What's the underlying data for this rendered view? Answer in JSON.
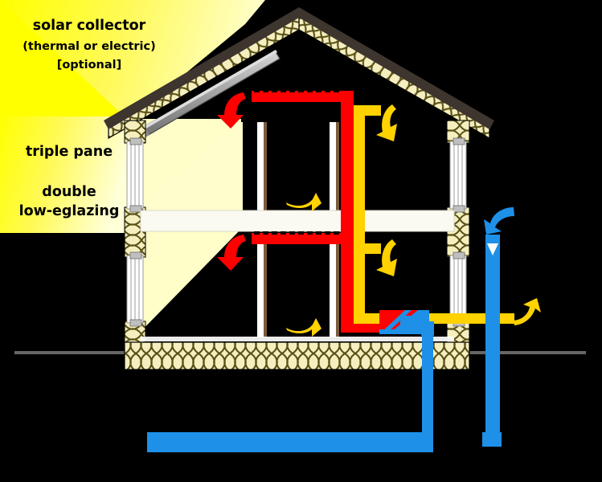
{
  "diagram": {
    "title_visible": false,
    "subject": "passive-house cross-section with ground-source heat pump",
    "background_color": "#000000"
  },
  "labels": {
    "solar_collector": {
      "line1": "solar collector",
      "line2": "(thermal or electric)",
      "line3": "[optional]"
    },
    "glazing": {
      "line1": "triple pane",
      "line2": "double",
      "line3": "low-eglazing"
    }
  },
  "colors": {
    "sunlight": "#FFFF00",
    "sunlight_fade": "#FFFFCC",
    "insulation_fill": "#F5EFC0",
    "insulation_hatch": "#595014",
    "roof_edge": "#3E352F",
    "supply_duct_red": "#FF0000",
    "return_duct_yellow": "#FFD200",
    "ground_loop_blue": "#1E90E8",
    "heat_pump_red": "#FF0000",
    "heat_pump_blue": "#1E90E8",
    "solar_panel_light": "#C8C8C8",
    "solar_panel_dark": "#7A7A7A",
    "ground_line": "#666666",
    "floor_slab": "#FFFFFF",
    "window_glass": "#FFFFFF",
    "window_frame": "#BFBFBF",
    "interior_wall": "#7A5C3C"
  },
  "elements": {
    "sunlight_beam": "wedge of yellow light entering from upper-left onto roof and windows",
    "solar_panel": "gray rectangular collector mounted on left roof slope",
    "roof": "gable roof with cross-hatched insulation core and dark outer edge",
    "left_wall": "insulated exterior wall with two stacked windows",
    "right_wall": "insulated exterior wall with two stacked windows",
    "floor_slab": "white mid-floor slab spanning the house",
    "foundation_slab": "insulated ground-level slab",
    "upper_supply_duct": "red horizontal duct with diffuser notches feeding upper storey",
    "lower_supply_duct": "red horizontal duct with diffuser notches feeding lower storey",
    "supply_riser": "red vertical riser from heat pump to attic",
    "return_riser": "yellow vertical return duct",
    "return_branches": "yellow horizontal return stubs at each storey",
    "basement_return": "yellow duct running out through right wall to outdoor riser",
    "heat_pump": "red and blue heat pump unit at floor level",
    "ground_loop": "blue U-shaped buried ground loop pipe",
    "outdoor_riser": "blue vertical pipe with white triangular intake cap",
    "ground_line": "horizontal gray grade line"
  },
  "arrows": [
    {
      "name": "upper-supply-arrow",
      "color": "#FF0000",
      "direction": "down-left",
      "meaning": "warm supply air into upper room"
    },
    {
      "name": "lower-supply-arrow",
      "color": "#FF0000",
      "direction": "down-left",
      "meaning": "warm supply air into lower room"
    },
    {
      "name": "upper-return-arrow",
      "color": "#FFD200",
      "direction": "down-right",
      "meaning": "return air drawn up"
    },
    {
      "name": "mid-return-arrow",
      "color": "#FFD200",
      "direction": "down-right",
      "meaning": "return air drawn up"
    },
    {
      "name": "upper-room-flow-arrow",
      "color": "#FFD200",
      "direction": "right",
      "meaning": "air circulation in upper room"
    },
    {
      "name": "lower-room-flow-arrow",
      "color": "#FFD200",
      "direction": "right",
      "meaning": "air circulation in lower room"
    },
    {
      "name": "exhaust-arrow",
      "color": "#FFD200",
      "direction": "up-right",
      "meaning": "stale air exhausted outdoors"
    },
    {
      "name": "intake-arrow",
      "color": "#1E90E8",
      "direction": "down",
      "meaning": "fresh outdoor air intake"
    }
  ]
}
